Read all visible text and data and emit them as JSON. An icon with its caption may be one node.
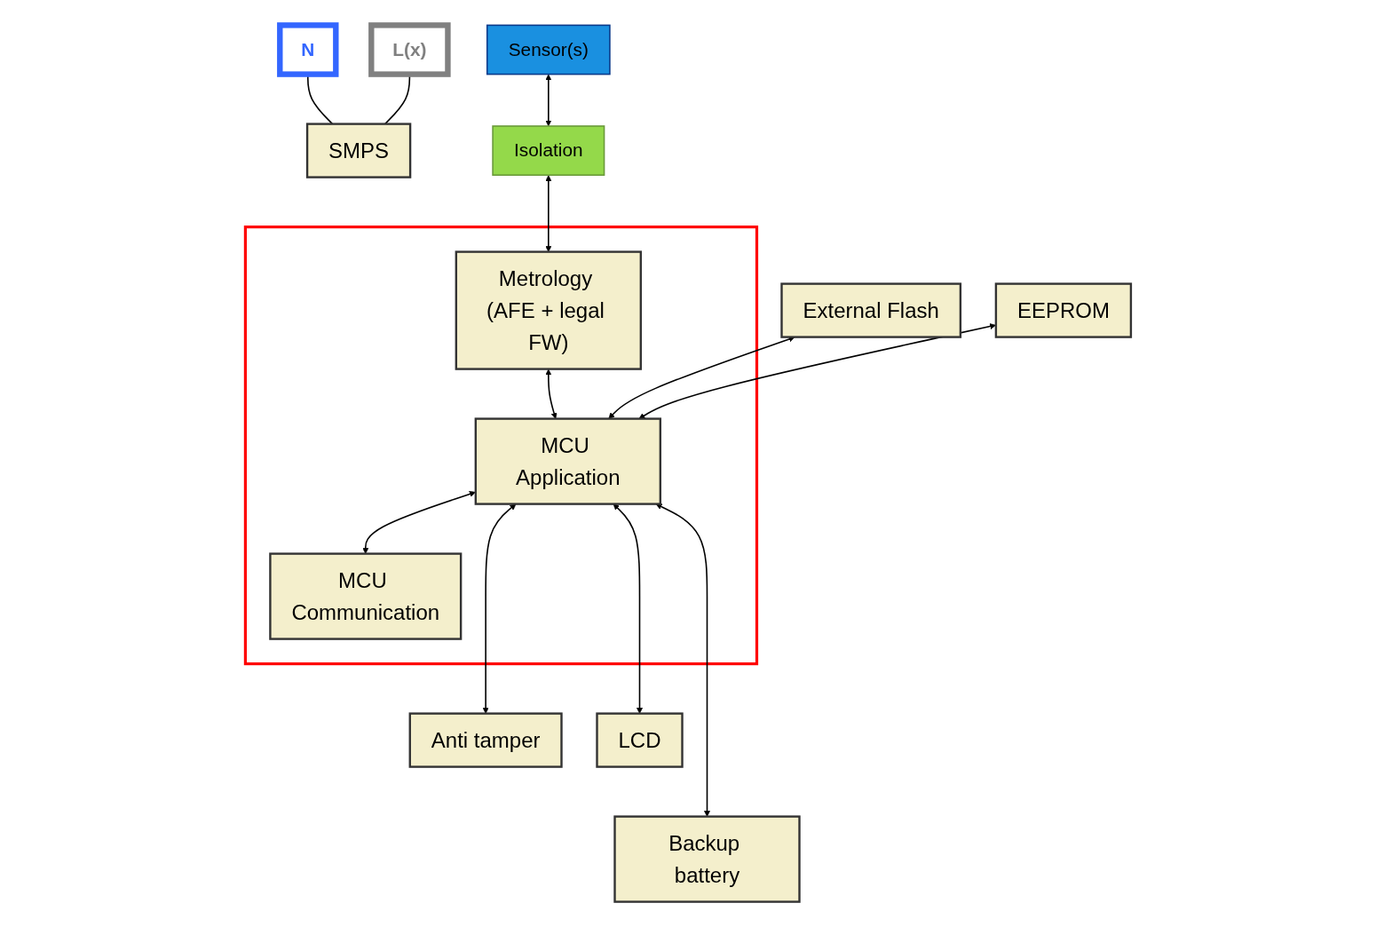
{
  "diagram": {
    "nodes": [
      {
        "text": [
          "N"
        ]
      },
      {
        "text": [
          "L(x)"
        ]
      },
      {
        "text": [
          "SMPS"
        ]
      },
      {
        "text": [
          "External Flash"
        ]
      },
      {
        "text": [
          "EEPROM"
        ]
      },
      {
        "text": [
          "Sensor(s)"
        ]
      },
      {
        "text": [
          "Isolation"
        ]
      },
      {
        "text": [],
        "shape": "box"
      },
      {
        "text": [
          "Metrology (AFE + legal FW)"
        ],
        "in": 7
      },
      {
        "text": [
          "MCU Application"
        ],
        "in": 7
      },
      {
        "text": [
          "MCU Communication"
        ],
        "in": 7
      },
      {
        "text": [
          "Anti tamper"
        ]
      },
      {
        "text": [
          "LCD"
        ]
      },
      {
        "text": [
          "Backup battery"
        ]
      }
    ],
    "edges": [
      {
        "from": 0,
        "to": 2,
        "arrow": "none"
      },
      {
        "from": 1,
        "to": 2,
        "arrow": "none"
      },
      {
        "from": 5,
        "to": 6,
        "arrow": "both"
      },
      {
        "from": 6,
        "to": 8,
        "arrow": "both"
      },
      {
        "from": 8,
        "to": 9,
        "arrow": "both"
      },
      {
        "from": 9,
        "to": 10,
        "arrow": "both"
      },
      {
        "from": 3,
        "to": 9,
        "arrow": "both"
      },
      {
        "from": 4,
        "to": 9,
        "arrow": "both"
      },
      {
        "from": 9,
        "to": 11,
        "arrow": "both"
      },
      {
        "from": 9,
        "to": 12,
        "arrow": "both"
      },
      {
        "from": 9,
        "to": 13,
        "arrow": "both"
      }
    ]
  }
}
